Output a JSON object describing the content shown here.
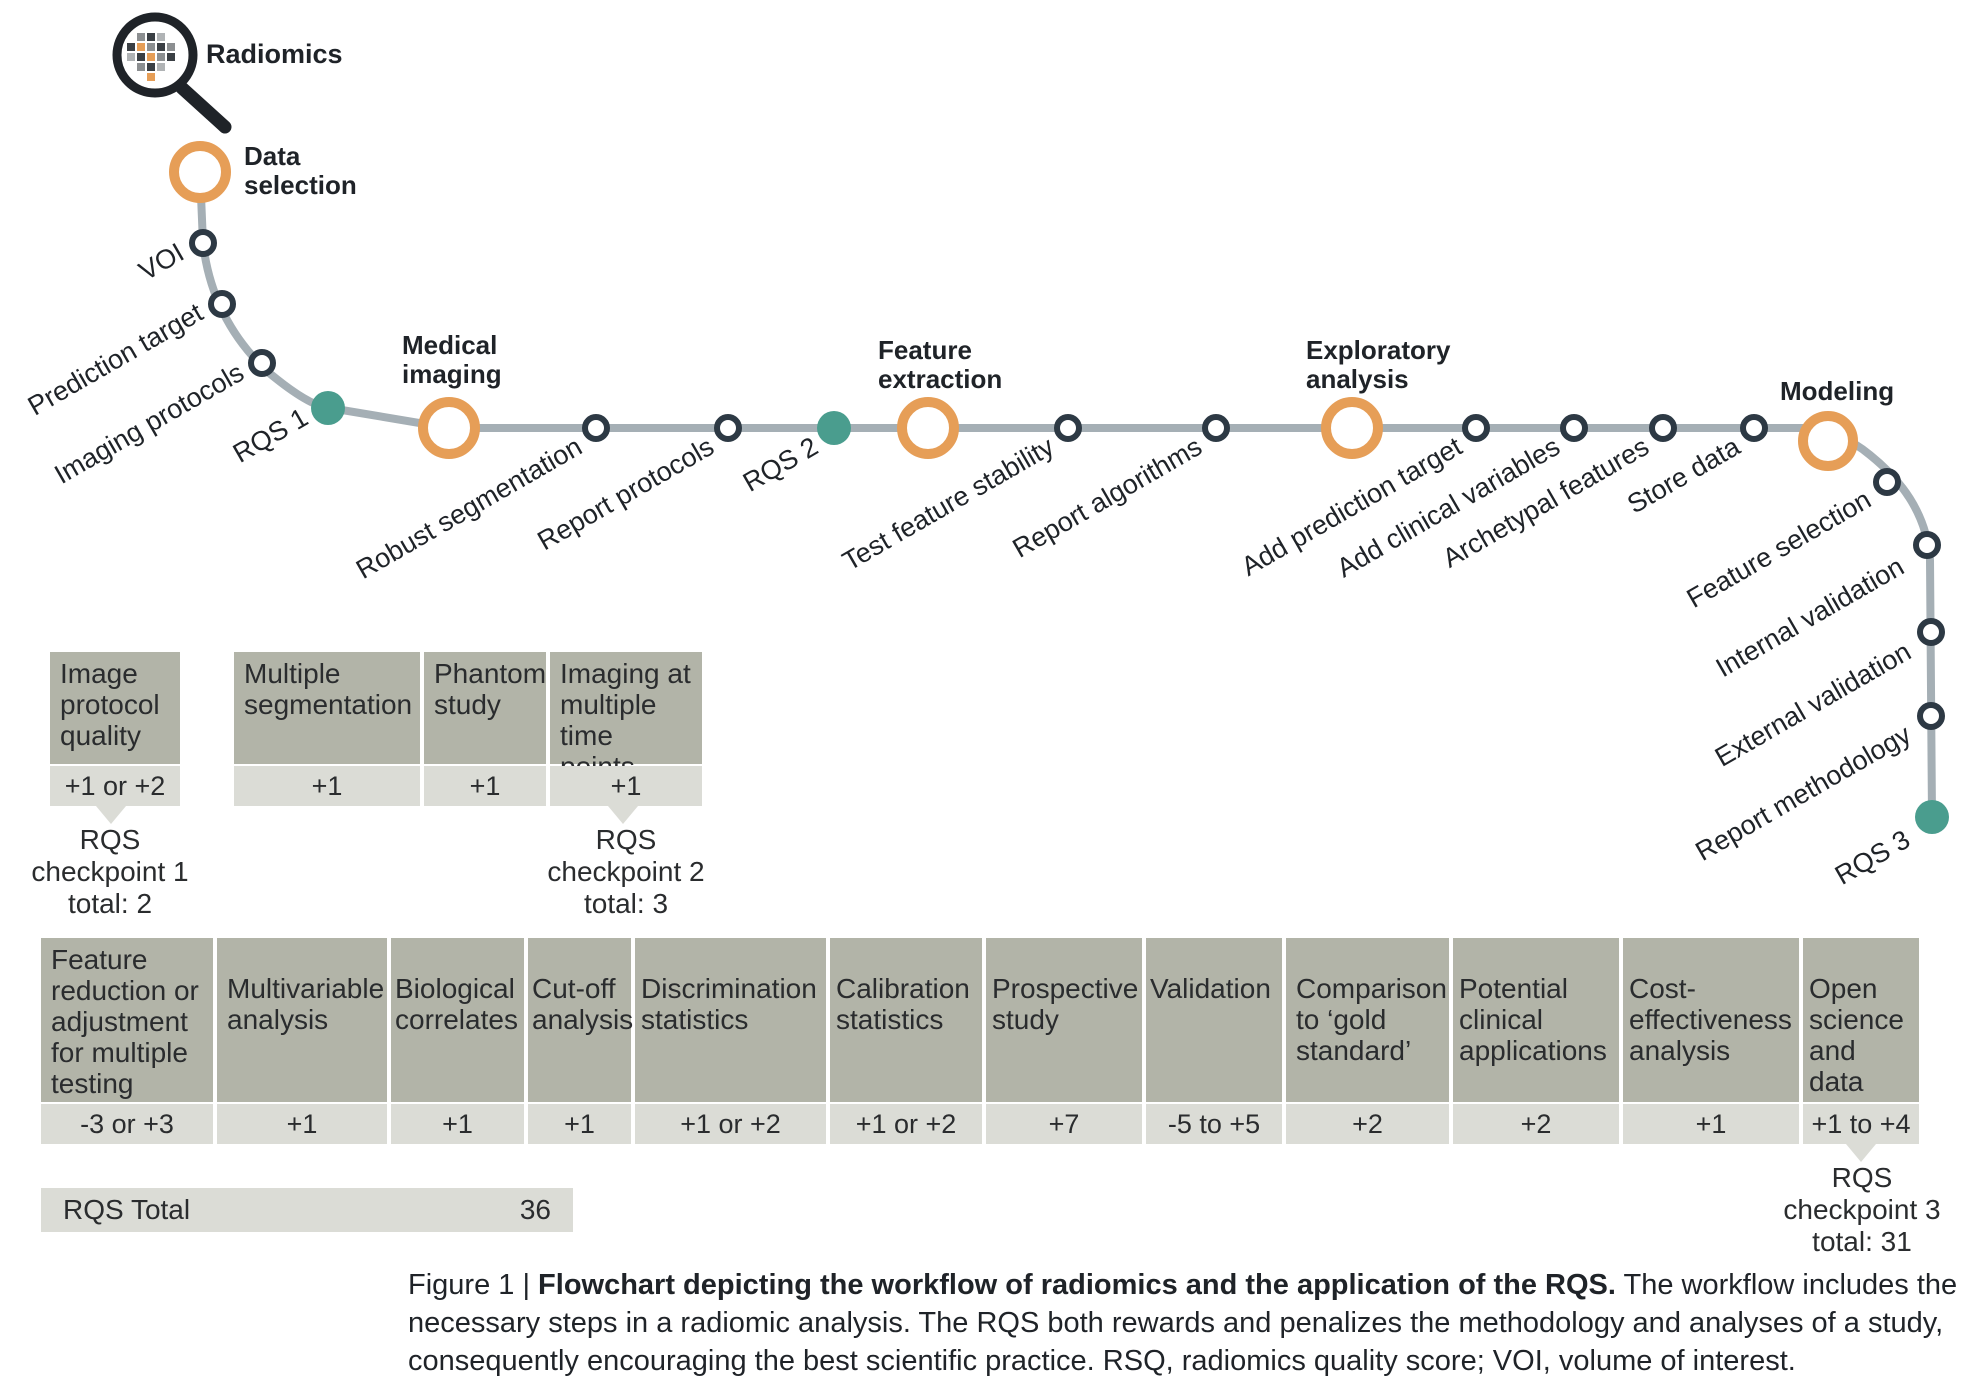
{
  "radiomics_label": "Radiomics",
  "stages": {
    "data_selection": [
      "Data",
      "selection"
    ],
    "medical_imaging": [
      "Medical",
      "imaging"
    ],
    "feature_extraction": [
      "Feature",
      "extraction"
    ],
    "exploratory_analysis": [
      "Exploratory",
      "analysis"
    ],
    "modeling": [
      "Modeling"
    ]
  },
  "steps": {
    "voi": "VOI",
    "prediction_target": "Prediction target",
    "imaging_protocols": "Imaging protocols",
    "rqs1": "RQS 1",
    "robust_segmentation": "Robust segmentation",
    "report_protocols": "Report protocols",
    "rqs2": "RQS 2",
    "test_feature_stability": "Test feature stability",
    "report_algorithms": "Report algorithms",
    "add_prediction_target": "Add prediction target",
    "add_clinical_variables": "Add clinical variables",
    "archetypal_features": "Archetypal features",
    "store_data": "Store data",
    "feature_selection": "Feature selection",
    "internal_validation": "Internal validation",
    "external_validation": "External validation",
    "report_methodology": "Report methodology",
    "rqs3": "RQS 3"
  },
  "checkpoint1": {
    "criteria": [
      {
        "label": [
          "Image",
          "protocol",
          "quality"
        ],
        "score": "+1 or +2"
      }
    ],
    "label": [
      "RQS",
      "checkpoint 1",
      "total: 2"
    ]
  },
  "checkpoint2": {
    "criteria": [
      {
        "label": [
          "Multiple",
          "segmentation"
        ],
        "score": "+1"
      },
      {
        "label": [
          "Phantom",
          "study"
        ],
        "score": "+1"
      },
      {
        "label": [
          "Imaging at",
          "multiple",
          "time points"
        ],
        "score": "+1"
      }
    ],
    "label": [
      "RQS",
      "checkpoint 2",
      "total: 3"
    ]
  },
  "checkpoint3": {
    "criteria": [
      {
        "label": [
          "Feature",
          "reduction or",
          "adjustment",
          "for multiple",
          "testing"
        ],
        "score": "-3 or +3"
      },
      {
        "label": [
          "Multivariable",
          "analysis"
        ],
        "score": "+1"
      },
      {
        "label": [
          "Biological",
          "correlates"
        ],
        "score": "+1"
      },
      {
        "label": [
          "Cut-off",
          "analysis"
        ],
        "score": "+1"
      },
      {
        "label": [
          "Discrimination",
          "statistics"
        ],
        "score": "+1 or +2"
      },
      {
        "label": [
          "Calibration",
          "statistics"
        ],
        "score": "+1 or +2"
      },
      {
        "label": [
          "Prospective",
          "study"
        ],
        "score": "+7"
      },
      {
        "label": [
          "Validation"
        ],
        "score": "-5 to +5"
      },
      {
        "label": [
          "Comparison",
          "to ‘gold",
          "standard’"
        ],
        "score": "+2"
      },
      {
        "label": [
          "Potential",
          "clinical",
          "applications"
        ],
        "score": "+2"
      },
      {
        "label": [
          "Cost-",
          "effectiveness",
          "analysis"
        ],
        "score": "+1"
      },
      {
        "label": [
          "Open",
          "science",
          "and data"
        ],
        "score": "+1 to +4"
      }
    ],
    "label": [
      "RQS",
      "checkpoint 3",
      "total: 31"
    ]
  },
  "rqs_total": {
    "label": "RQS Total",
    "value": "36"
  },
  "caption": {
    "prefix": "Figure 1",
    "separator": " | ",
    "title": "Flowchart depicting the workflow of radiomics and the application of the RQS.",
    "body": " The workflow includes the necessary steps in a radiomic analysis. The RQS both rewards and penalizes the methodology and analyses of a study, consequently encouraging the best scientific practice. RSQ, radiomics quality score; VOI, volume of interest."
  },
  "colors": {
    "track": "#a5afb5",
    "stage_ring": "#e69e57",
    "checkpoint_dot": "#4a9d8e",
    "step_dot": "#2d3944",
    "box": "#b2b4a8",
    "score_cell": "#dbdcd6"
  }
}
